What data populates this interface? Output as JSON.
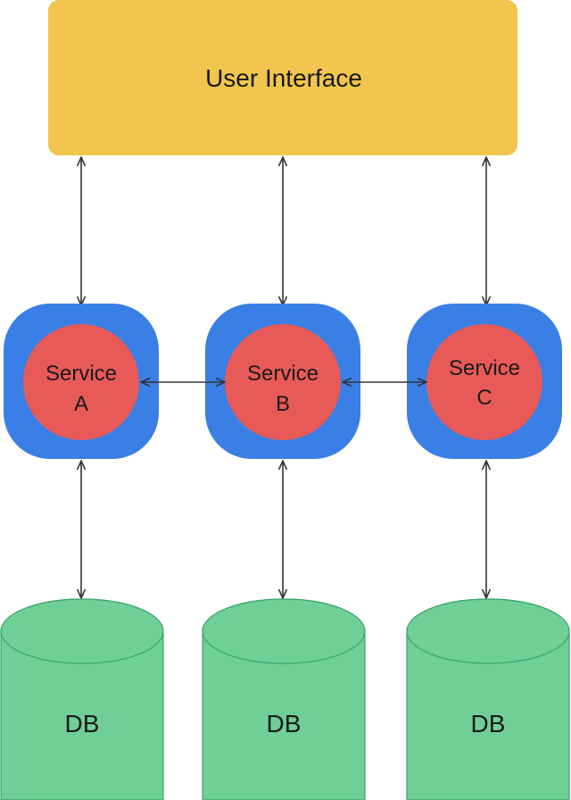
{
  "ui_box": {
    "label": "User Interface",
    "color": "#f2c64e"
  },
  "services": [
    {
      "line1": "Service",
      "line2": "A"
    },
    {
      "line1": "Service",
      "line2": "B"
    },
    {
      "line1": "Service",
      "line2": "C"
    }
  ],
  "service_colors": {
    "outer": "#3a7fe6",
    "inner": "#e85a58"
  },
  "databases": [
    {
      "label": "DB"
    },
    {
      "label": "DB"
    },
    {
      "label": "DB"
    }
  ],
  "db_colors": {
    "fill": "#6fcf97",
    "stroke": "#3aa56a"
  },
  "arrow_color": "#333333"
}
